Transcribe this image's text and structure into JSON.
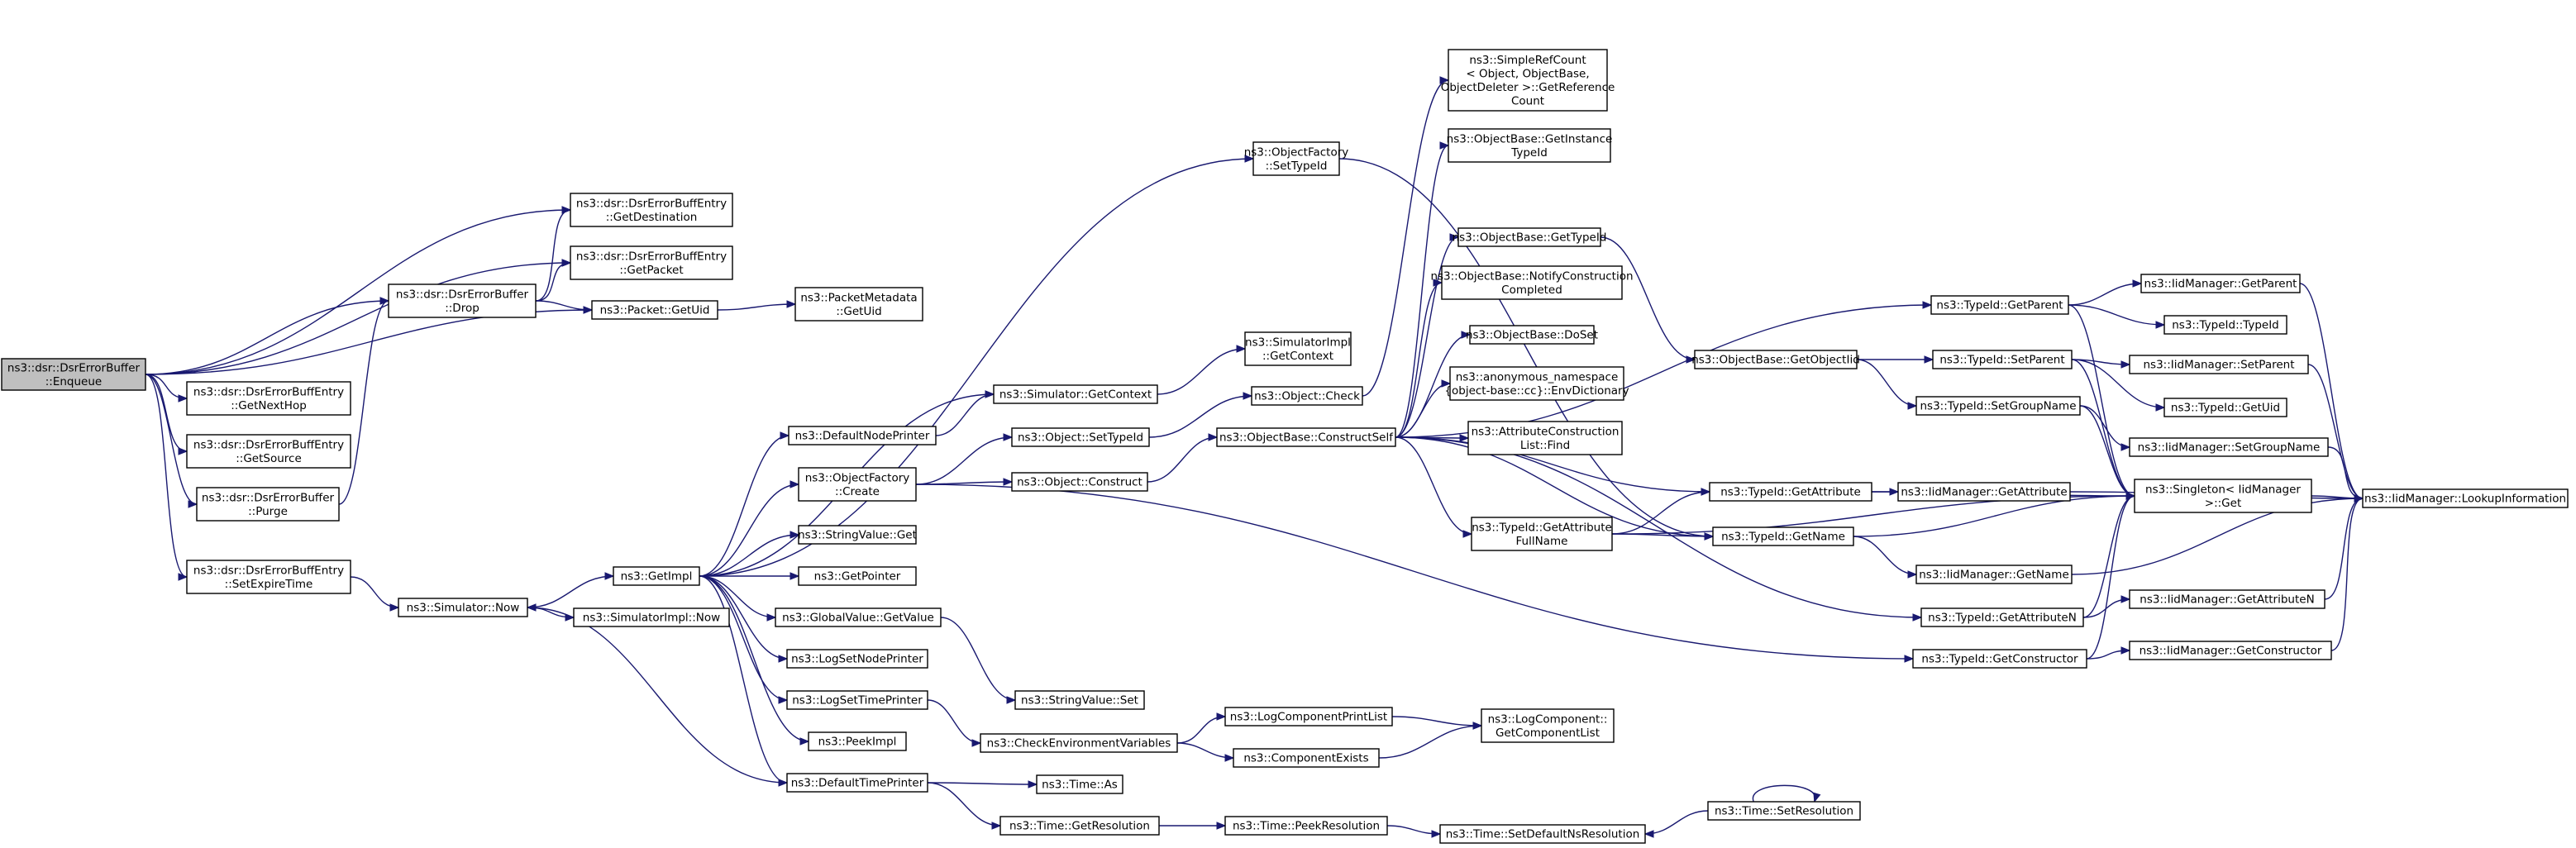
{
  "graph": {
    "nodes": [
      {
        "id": "n0",
        "lines": [
          "ns3::dsr::DsrErrorBuffer",
          "::Enqueue"
        ],
        "root": true
      },
      {
        "id": "n1",
        "lines": [
          "ns3::dsr::DsrErrorBuffEntry",
          "::GetDestination"
        ]
      },
      {
        "id": "n2",
        "lines": [
          "ns3::dsr::DsrErrorBuffEntry",
          "::GetPacket"
        ]
      },
      {
        "id": "n3",
        "lines": [
          "ns3::dsr::DsrErrorBuffer",
          "::Drop"
        ]
      },
      {
        "id": "n4",
        "lines": [
          "ns3::Packet::GetUid"
        ]
      },
      {
        "id": "n5",
        "lines": [
          "ns3::PacketMetadata",
          "::GetUid"
        ]
      },
      {
        "id": "n6",
        "lines": [
          "ns3::dsr::DsrErrorBuffEntry",
          "::GetNextHop"
        ]
      },
      {
        "id": "n7",
        "lines": [
          "ns3::dsr::DsrErrorBuffEntry",
          "::GetSource"
        ]
      },
      {
        "id": "n8",
        "lines": [
          "ns3::dsr::DsrErrorBuffer",
          "::Purge"
        ]
      },
      {
        "id": "n9",
        "lines": [
          "ns3::dsr::DsrErrorBuffEntry",
          "::SetExpireTime"
        ]
      },
      {
        "id": "n10",
        "lines": [
          "ns3::Simulator::Now"
        ]
      },
      {
        "id": "n11",
        "lines": [
          "ns3::GetImpl"
        ]
      },
      {
        "id": "n12",
        "lines": [
          "ns3::SimulatorImpl::Now"
        ]
      },
      {
        "id": "n13",
        "lines": [
          "ns3::DefaultNodePrinter"
        ]
      },
      {
        "id": "n14",
        "lines": [
          "ns3::ObjectFactory",
          "::Create"
        ]
      },
      {
        "id": "n15",
        "lines": [
          "ns3::StringValue::Get"
        ]
      },
      {
        "id": "n16",
        "lines": [
          "ns3::GetPointer"
        ]
      },
      {
        "id": "n17",
        "lines": [
          "ns3::GlobalValue::GetValue"
        ]
      },
      {
        "id": "n18",
        "lines": [
          "ns3::LogSetNodePrinter"
        ]
      },
      {
        "id": "n19",
        "lines": [
          "ns3::LogSetTimePrinter"
        ]
      },
      {
        "id": "n20",
        "lines": [
          "ns3::PeekImpl"
        ]
      },
      {
        "id": "n21",
        "lines": [
          "ns3::DefaultTimePrinter"
        ]
      },
      {
        "id": "n22",
        "lines": [
          "ns3::Simulator::GetContext"
        ]
      },
      {
        "id": "n23",
        "lines": [
          "ns3::Object::SetTypeId"
        ]
      },
      {
        "id": "n24",
        "lines": [
          "ns3::Object::Construct"
        ]
      },
      {
        "id": "n25",
        "lines": [
          "ns3::StringValue::Set"
        ]
      },
      {
        "id": "n26",
        "lines": [
          "ns3::CheckEnvironmentVariables"
        ]
      },
      {
        "id": "n27",
        "lines": [
          "ns3::Time::As"
        ]
      },
      {
        "id": "n28",
        "lines": [
          "ns3::Time::GetResolution"
        ]
      },
      {
        "id": "n29",
        "lines": [
          "ns3::ObjectFactory",
          "::SetTypeId"
        ]
      },
      {
        "id": "n30",
        "lines": [
          "ns3::SimulatorImpl",
          "::GetContext"
        ]
      },
      {
        "id": "n31",
        "lines": [
          "ns3::Object::Check"
        ]
      },
      {
        "id": "n32",
        "lines": [
          "ns3::ObjectBase::ConstructSelf"
        ]
      },
      {
        "id": "n33",
        "lines": [
          "ns3::LogComponentPrintList"
        ]
      },
      {
        "id": "n34",
        "lines": [
          "ns3::ComponentExists"
        ]
      },
      {
        "id": "n35",
        "lines": [
          "ns3::Time::PeekResolution"
        ]
      },
      {
        "id": "n36",
        "lines": [
          "ns3::SimpleRefCount",
          "< Object, ObjectBase,",
          "ObjectDeleter >::GetReference",
          "Count"
        ]
      },
      {
        "id": "n37",
        "lines": [
          "ns3::ObjectBase::GetInstance",
          "TypeId"
        ]
      },
      {
        "id": "n38",
        "lines": [
          "ns3::ObjectBase::GetTypeId"
        ]
      },
      {
        "id": "n39",
        "lines": [
          "ns3::ObjectBase::NotifyConstruction",
          "Completed"
        ]
      },
      {
        "id": "n40",
        "lines": [
          "ns3::ObjectBase::DoSet"
        ]
      },
      {
        "id": "n41",
        "lines": [
          "ns3::anonymous_namespace",
          "{object-base::cc}::EnvDictionary"
        ]
      },
      {
        "id": "n42",
        "lines": [
          "ns3::AttributeConstruction",
          "List::Find"
        ]
      },
      {
        "id": "n43",
        "lines": [
          "ns3::TypeId::GetAttribute",
          "FullName"
        ]
      },
      {
        "id": "n44",
        "lines": [
          "ns3::LogComponent::",
          "GetComponentList"
        ]
      },
      {
        "id": "n45",
        "lines": [
          "ns3::Time::SetDefaultNsResolution"
        ]
      },
      {
        "id": "n46",
        "lines": [
          "ns3::ObjectBase::GetObjectIid"
        ]
      },
      {
        "id": "n47",
        "lines": [
          "ns3::TypeId::GetAttribute"
        ]
      },
      {
        "id": "n48",
        "lines": [
          "ns3::TypeId::GetName"
        ]
      },
      {
        "id": "n49",
        "lines": [
          "ns3::Time::SetResolution"
        ]
      },
      {
        "id": "n50",
        "lines": [
          "ns3::TypeId::GetParent"
        ]
      },
      {
        "id": "n51",
        "lines": [
          "ns3::TypeId::SetParent"
        ]
      },
      {
        "id": "n52",
        "lines": [
          "ns3::TypeId::SetGroupName"
        ]
      },
      {
        "id": "n53",
        "lines": [
          "ns3::IidManager::GetAttribute"
        ]
      },
      {
        "id": "n54",
        "lines": [
          "ns3::IidManager::GetName"
        ]
      },
      {
        "id": "n55",
        "lines": [
          "ns3::TypeId::GetAttributeN"
        ]
      },
      {
        "id": "n56",
        "lines": [
          "ns3::TypeId::GetConstructor"
        ]
      },
      {
        "id": "n57",
        "lines": [
          "ns3::IidManager::GetParent"
        ]
      },
      {
        "id": "n58",
        "lines": [
          "ns3::TypeId::TypeId"
        ]
      },
      {
        "id": "n59",
        "lines": [
          "ns3::IidManager::SetParent"
        ]
      },
      {
        "id": "n60",
        "lines": [
          "ns3::TypeId::GetUid"
        ]
      },
      {
        "id": "n61",
        "lines": [
          "ns3::IidManager::SetGroupName"
        ]
      },
      {
        "id": "n62",
        "lines": [
          "ns3::Singleton< IidManager",
          ">::Get"
        ]
      },
      {
        "id": "n63",
        "lines": [
          "ns3::IidManager::GetAttributeN"
        ]
      },
      {
        "id": "n64",
        "lines": [
          "ns3::IidManager::GetConstructor"
        ]
      },
      {
        "id": "n65",
        "lines": [
          "ns3::IidManager::LookupInformation"
        ]
      }
    ],
    "edges": [
      [
        "n0",
        "n1"
      ],
      [
        "n0",
        "n2"
      ],
      [
        "n0",
        "n3"
      ],
      [
        "n0",
        "n4"
      ],
      [
        "n0",
        "n6"
      ],
      [
        "n0",
        "n7"
      ],
      [
        "n0",
        "n8"
      ],
      [
        "n0",
        "n9"
      ],
      [
        "n3",
        "n1"
      ],
      [
        "n3",
        "n2"
      ],
      [
        "n3",
        "n4"
      ],
      [
        "n4",
        "n5"
      ],
      [
        "n8",
        "n3"
      ],
      [
        "n9",
        "n10"
      ],
      [
        "n10",
        "n11"
      ],
      [
        "n10",
        "n12"
      ],
      [
        "n11",
        "n13"
      ],
      [
        "n11",
        "n14"
      ],
      [
        "n11",
        "n15"
      ],
      [
        "n11",
        "n16"
      ],
      [
        "n11",
        "n17"
      ],
      [
        "n11",
        "n18"
      ],
      [
        "n11",
        "n19"
      ],
      [
        "n11",
        "n20"
      ],
      [
        "n11",
        "n21"
      ],
      [
        "n11",
        "n22"
      ],
      [
        "n11",
        "n29"
      ],
      [
        "n13",
        "n22"
      ],
      [
        "n14",
        "n23"
      ],
      [
        "n14",
        "n24"
      ],
      [
        "n14",
        "n56"
      ],
      [
        "n17",
        "n25"
      ],
      [
        "n19",
        "n26"
      ],
      [
        "n21",
        "n10"
      ],
      [
        "n21",
        "n27"
      ],
      [
        "n21",
        "n28"
      ],
      [
        "n22",
        "n30"
      ],
      [
        "n23",
        "n31"
      ],
      [
        "n24",
        "n32"
      ],
      [
        "n26",
        "n33"
      ],
      [
        "n26",
        "n34"
      ],
      [
        "n28",
        "n35"
      ],
      [
        "n29",
        "n48"
      ],
      [
        "n31",
        "n36"
      ],
      [
        "n32",
        "n37"
      ],
      [
        "n32",
        "n38"
      ],
      [
        "n32",
        "n39"
      ],
      [
        "n32",
        "n40"
      ],
      [
        "n32",
        "n41"
      ],
      [
        "n32",
        "n42"
      ],
      [
        "n32",
        "n43"
      ],
      [
        "n32",
        "n47"
      ],
      [
        "n32",
        "n48"
      ],
      [
        "n32",
        "n50"
      ],
      [
        "n32",
        "n55"
      ],
      [
        "n33",
        "n44"
      ],
      [
        "n34",
        "n44"
      ],
      [
        "n35",
        "n45"
      ],
      [
        "n49",
        "n45"
      ],
      [
        "n49",
        "n49"
      ],
      [
        "n38",
        "n46"
      ],
      [
        "n46",
        "n51"
      ],
      [
        "n46",
        "n52"
      ],
      [
        "n43",
        "n47"
      ],
      [
        "n43",
        "n48"
      ],
      [
        "n43",
        "n62"
      ],
      [
        "n47",
        "n53"
      ],
      [
        "n47",
        "n62"
      ],
      [
        "n48",
        "n54"
      ],
      [
        "n48",
        "n62"
      ],
      [
        "n50",
        "n57"
      ],
      [
        "n50",
        "n58"
      ],
      [
        "n50",
        "n62"
      ],
      [
        "n51",
        "n59"
      ],
      [
        "n51",
        "n60"
      ],
      [
        "n51",
        "n62"
      ],
      [
        "n52",
        "n61"
      ],
      [
        "n52",
        "n62"
      ],
      [
        "n55",
        "n62"
      ],
      [
        "n55",
        "n63"
      ],
      [
        "n56",
        "n62"
      ],
      [
        "n56",
        "n64"
      ],
      [
        "n53",
        "n65"
      ],
      [
        "n54",
        "n65"
      ],
      [
        "n57",
        "n65"
      ],
      [
        "n59",
        "n65"
      ],
      [
        "n61",
        "n65"
      ],
      [
        "n63",
        "n65"
      ],
      [
        "n64",
        "n65"
      ],
      [
        "n62",
        "n65"
      ]
    ]
  }
}
